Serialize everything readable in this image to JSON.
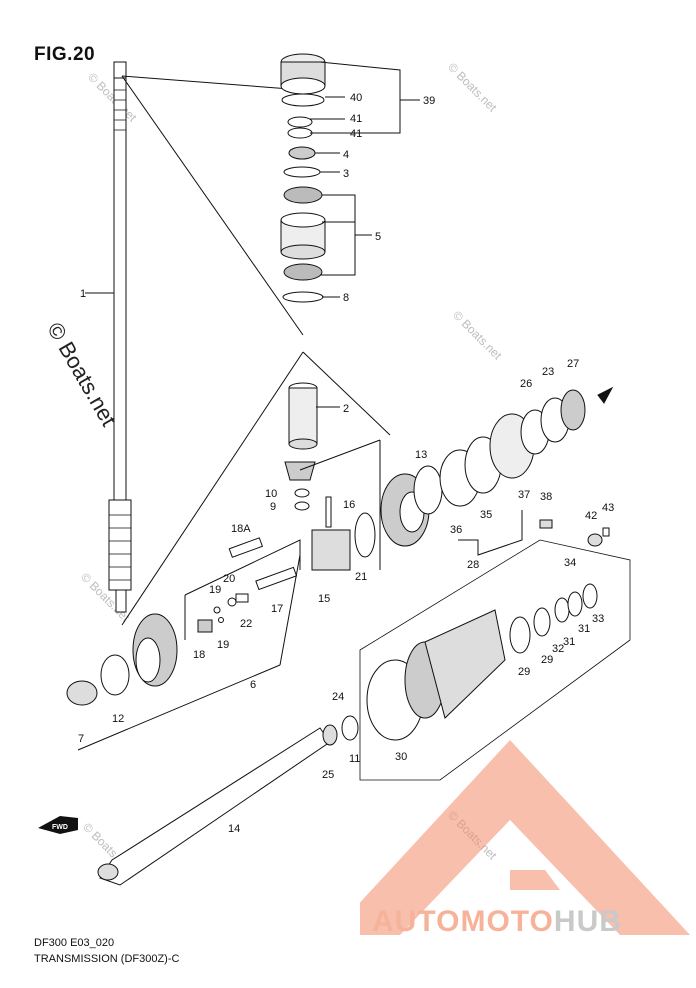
{
  "figure": {
    "title": "FIG.20"
  },
  "footer": {
    "code": "DF300 E03_020",
    "name": "TRANSMISSION (DF300Z)-C"
  },
  "watermarks": {
    "small": "© Boats.net",
    "large": "© Boats.net"
  },
  "logo": {
    "part1": "AUTOMOTO",
    "part2": "HUB",
    "accent_color": "#f08a68",
    "gray_color": "#c9c9c9"
  },
  "fwd_label": "FWD",
  "callouts": [
    {
      "label": "1"
    },
    {
      "label": "2"
    },
    {
      "label": "3"
    },
    {
      "label": "4"
    },
    {
      "label": "5"
    },
    {
      "label": "6"
    },
    {
      "label": "7"
    },
    {
      "label": "8"
    },
    {
      "label": "9"
    },
    {
      "label": "10"
    },
    {
      "label": "11"
    },
    {
      "label": "12"
    },
    {
      "label": "13"
    },
    {
      "label": "14"
    },
    {
      "label": "15"
    },
    {
      "label": "16"
    },
    {
      "label": "17"
    },
    {
      "label": "18"
    },
    {
      "label": "18A"
    },
    {
      "label": "19"
    },
    {
      "label": "19"
    },
    {
      "label": "20"
    },
    {
      "label": "21"
    },
    {
      "label": "22"
    },
    {
      "label": "23"
    },
    {
      "label": "24"
    },
    {
      "label": "25"
    },
    {
      "label": "26"
    },
    {
      "label": "27"
    },
    {
      "label": "28"
    },
    {
      "label": "29"
    },
    {
      "label": "29"
    },
    {
      "label": "30"
    },
    {
      "label": "31"
    },
    {
      "label": "31"
    },
    {
      "label": "32"
    },
    {
      "label": "33"
    },
    {
      "label": "34"
    },
    {
      "label": "35"
    },
    {
      "label": "36"
    },
    {
      "label": "37"
    },
    {
      "label": "38"
    },
    {
      "label": "39"
    },
    {
      "label": "40"
    },
    {
      "label": "41"
    },
    {
      "label": "41"
    },
    {
      "label": "42"
    },
    {
      "label": "43"
    }
  ]
}
